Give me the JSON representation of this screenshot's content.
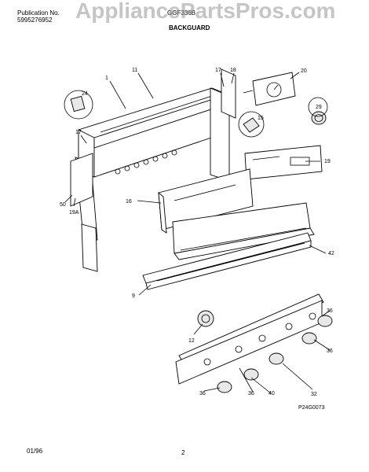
{
  "header": {
    "publication_label": "Publication No.",
    "publication_number": "5995276952",
    "model": "GGF336B",
    "section": "BACKGUARD"
  },
  "watermark": "AppliancePartsPros.com",
  "figure_code": "P24G0073",
  "footer": {
    "date": "01/96",
    "page": "2"
  },
  "callouts": [
    "1",
    "11",
    "17",
    "18",
    "20",
    "24",
    "15",
    "29",
    "17",
    "19",
    "50",
    "19A",
    "16",
    "42",
    "9",
    "36",
    "12",
    "36",
    "32",
    "36",
    "36",
    "40"
  ]
}
